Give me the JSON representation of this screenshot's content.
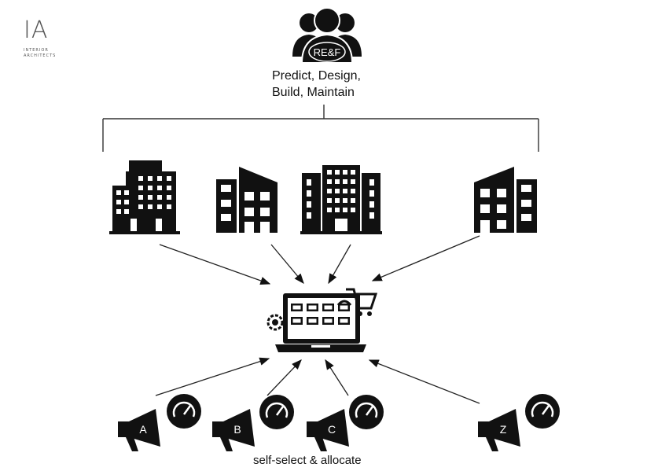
{
  "logo": {
    "mark": "IA",
    "line1": "INTERIOR",
    "line2": "ARCHITECTS"
  },
  "top_group": {
    "label": "RE&F",
    "icon": "users-group-icon"
  },
  "tagline": {
    "line1": "Predict, Design,",
    "line2": "Build, Maintain"
  },
  "buildings": [
    {
      "icon": "building-icon"
    },
    {
      "icon": "building-icon"
    },
    {
      "icon": "building-icon"
    },
    {
      "icon": "building-icon"
    }
  ],
  "platform": {
    "icon": "laptop-marketplace-icon"
  },
  "vendors": [
    {
      "letter": "A",
      "icon": "megaphone-icon"
    },
    {
      "letter": "B",
      "icon": "megaphone-icon"
    },
    {
      "letter": "C",
      "icon": "megaphone-icon"
    },
    {
      "letter": "Z",
      "icon": "megaphone-icon"
    }
  ],
  "caption": "self-select & allocate",
  "colors": {
    "ink": "#111111",
    "background": "#ffffff"
  }
}
